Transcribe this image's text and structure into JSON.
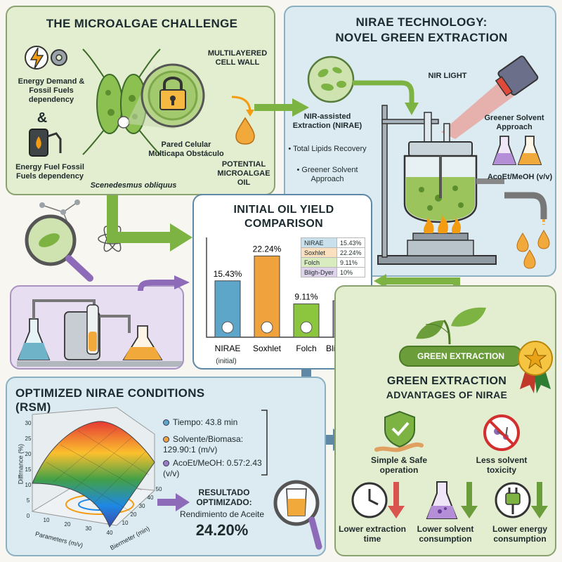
{
  "challenge": {
    "title": "THE MICROALGAE CHALLENGE",
    "energy_demand": "Energy Demand & Fossil Fuels dependency",
    "ampersand": "&",
    "energy_fuel": "Energy Fuel Fossil Fuels dependency",
    "cell_wall": "MULTILAYERED CELL WALL",
    "pared_celular": "Pared Celular Multicapa Obstáculo",
    "potential_oil": "POTENTIAL MICROALGAE OIL",
    "species": "Scenedesmus obliquus"
  },
  "technology": {
    "title_line1": "NIRAE TECHNOLOGY:",
    "title_line2": "NOVEL GREEN EXTRACTION",
    "nir_light": "NIR LIGHT",
    "nir_assisted": "NIR-assisted Extraction (NIRAE)",
    "bullet1": "• Total Lipids Recovery",
    "bullet2": "• Greener Solvent Approach",
    "greener_solvent": "Greener Solvent Approach",
    "solvent_ratio": "AcoEt/MeOH (v/v)"
  },
  "comparison": {
    "title_line1": "INITIAL OIL YIELD",
    "title_line2": "COMPARISON",
    "cat_sub": "(initial)"
  },
  "chart_data": {
    "type": "bar",
    "title": "INITIAL OIL YIELD COMPARISON",
    "categories": [
      "NIRAE",
      "Soxhlet",
      "Folch",
      "Bligh-Dyer"
    ],
    "values": [
      15.43,
      22.24,
      9.11,
      10
    ],
    "value_labels": [
      "15.43%",
      "22.24%",
      "9.11%",
      "10%"
    ],
    "colors": [
      "#5ea6c9",
      "#f0a23c",
      "#8cc63f",
      "#9b7cc3"
    ],
    "ylim": [
      0,
      25
    ],
    "legend": "table-right"
  },
  "optimized": {
    "title": "OPTIMIZED NIRAE CONDITIONS (RSM)",
    "tiempo": "Tiempo: 43.8 min",
    "solvente": "Solvente/Biomasa: 129.90:1 (m/v)",
    "acoet": "AcoEt/MeOH: 0.57:2.43 (v/v)",
    "resultado": "RESULTADO OPTIMIZADO:",
    "rendimiento": "Rendimiento de Aceite",
    "value": "24.20%",
    "zlabel": "Diffrnance (%)",
    "xlabel": "Parameters (m/v)",
    "ylabel": "Biermeter (min)",
    "zticks": [
      "0",
      "5",
      "10",
      "15",
      "20",
      "25",
      "30"
    ],
    "xticks": [
      "10",
      "20",
      "30",
      "40"
    ],
    "yticks": [
      "10",
      "20",
      "30",
      "40",
      "50"
    ]
  },
  "advantages": {
    "ribbon": "GREEN EXTRACTION",
    "title_line1": "GREEN EXTRACTION",
    "title_line2": "ADVANTAGES OF NIRAE",
    "simple_safe": "Simple & Safe operation",
    "less_toxicity": "Less solvent toxicity",
    "lower_time": "Lower extraction time",
    "lower_solvent": "Lower solvent consumption",
    "lower_energy": "Lower energy consumption"
  },
  "colors": {
    "green_panel": "#e3edcf",
    "blue_panel": "#dceaf1",
    "purple_panel": "#e8def1",
    "arrow_green": "#7cb342",
    "arrow_purple": "#8e6bb8",
    "arrow_blue": "#5e88a6"
  }
}
